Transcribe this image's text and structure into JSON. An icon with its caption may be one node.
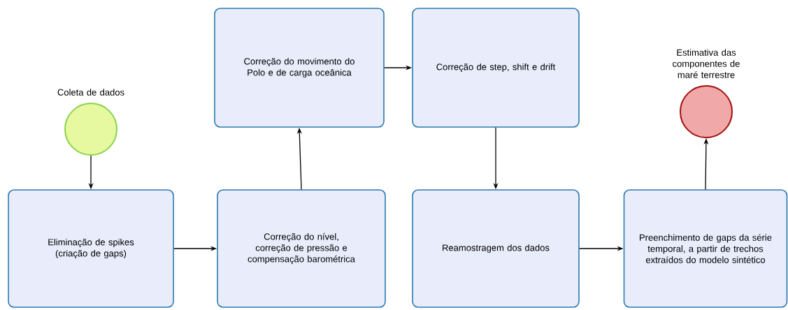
{
  "diagram": {
    "nodes": [
      {
        "text": [
          "Coleta de dados"
        ]
      },
      {
        "text": [
          "Eliminação de spikes (criação de gaps)"
        ]
      },
      {
        "text": [
          "Correção do nível, correção de pressão e compensação barométrica"
        ]
      },
      {
        "text": [
          "Correção do movimento do Polo e de carga oceânica"
        ]
      },
      {
        "text": [
          "Correção de step, shift e drift"
        ]
      },
      {
        "text": [
          "Reamostragem dos dados"
        ]
      },
      {
        "text": [
          "Preenchimento de gaps da série temporal, a partir de trechos extraídos do modelo sintético"
        ]
      },
      {
        "text": [
          "Estimativa das componentes de maré terrestre"
        ]
      }
    ],
    "edges": [
      {
        "from": 0,
        "to": 1,
        "arrow": "to"
      },
      {
        "from": 1,
        "to": 2,
        "arrow": "to"
      },
      {
        "from": 2,
        "to": 3,
        "arrow": "to"
      },
      {
        "from": 3,
        "to": 4,
        "arrow": "to"
      },
      {
        "from": 4,
        "to": 5,
        "arrow": "to"
      },
      {
        "from": 5,
        "to": 6,
        "arrow": "to"
      },
      {
        "from": 6,
        "to": 7,
        "arrow": "to"
      }
    ]
  }
}
